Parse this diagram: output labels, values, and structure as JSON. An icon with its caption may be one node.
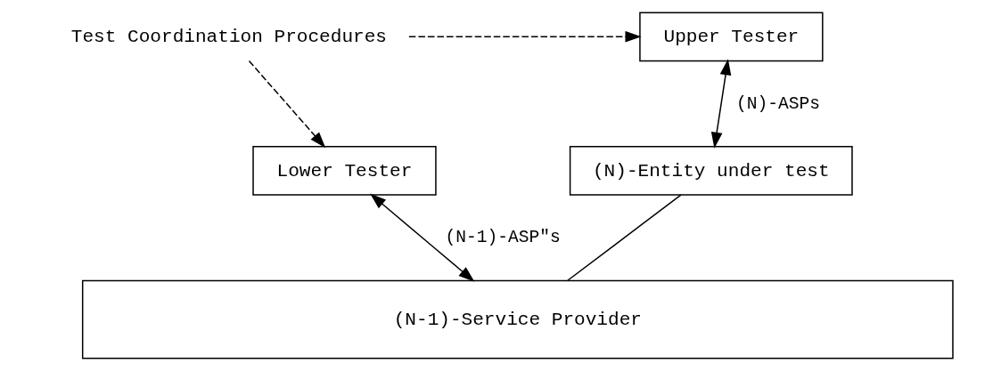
{
  "diagram": {
    "nodes": [
      {
        "text": [
          "Test Coordination Procedures"
        ]
      },
      {
        "text": [
          "Upper Tester"
        ]
      },
      {
        "text": [
          "Lower Tester"
        ]
      },
      {
        "text": [
          "(N)-Entity under test"
        ]
      },
      {
        "text": [
          "(N-1)-Service Provider"
        ]
      }
    ],
    "edges": [
      {
        "from": 0,
        "to": 1,
        "arrow": "to",
        "style": "dashed"
      },
      {
        "from": 0,
        "to": 2,
        "arrow": "to",
        "style": "dashed"
      },
      {
        "from": 1,
        "to": 3,
        "arrow": "both",
        "label": "(N)-ASPs"
      },
      {
        "from": 2,
        "to": 4,
        "arrow": "both",
        "label": "(N-1)-ASP\"s"
      },
      {
        "from": 3,
        "to": 4,
        "arrow": "none"
      }
    ]
  }
}
